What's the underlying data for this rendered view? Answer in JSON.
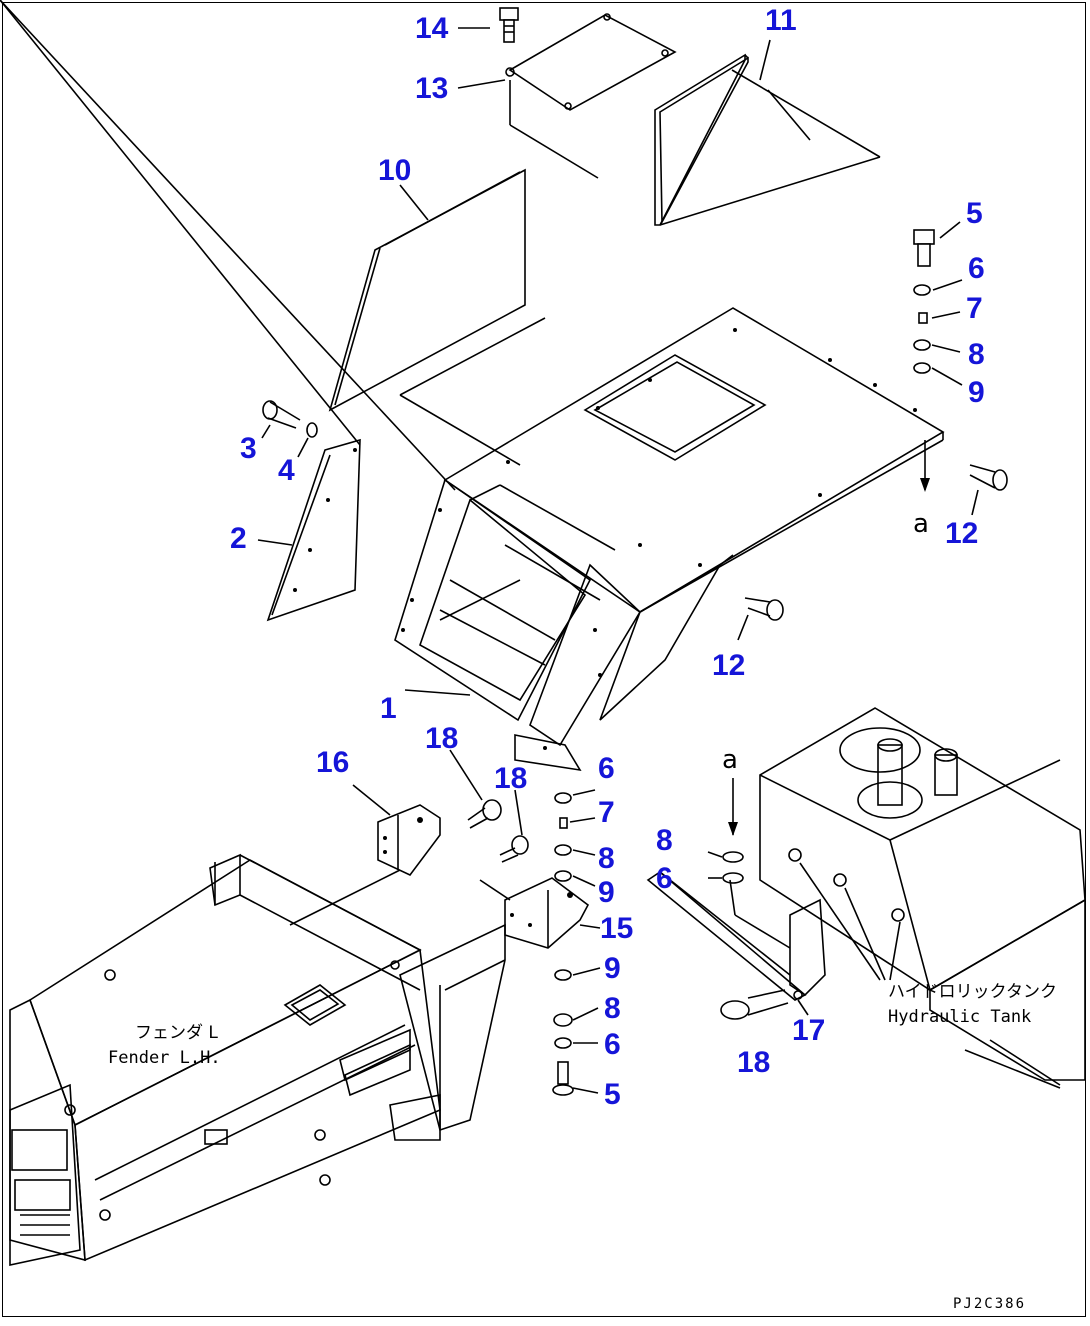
{
  "callouts": {
    "c1": "1",
    "c2": "2",
    "c3": "3",
    "c4": "4",
    "c5a": "5",
    "c5b": "5",
    "c6a": "6",
    "c6b": "6",
    "c6c": "6",
    "c6d": "6",
    "c7a": "7",
    "c7b": "7",
    "c8a": "8",
    "c8b": "8",
    "c8c": "8",
    "c8d": "8",
    "c9a": "9",
    "c9b": "9",
    "c9c": "9",
    "c10": "10",
    "c11": "11",
    "c12a": "12",
    "c12b": "12",
    "c13": "13",
    "c14": "14",
    "c15": "15",
    "c16": "16",
    "c17": "17",
    "c18a": "18",
    "c18b": "18",
    "c18c": "18"
  },
  "labels": {
    "fender_jp": "フェンダ L",
    "fender_en": "Fender L.H.",
    "tank_jp": "ハイドロリックタンク",
    "tank_en": "Hydraulic Tank",
    "arrow_a_top": "a",
    "arrow_a_bottom": "a",
    "drawing_code": "PJ2C386"
  },
  "colors": {
    "callout": "#1515d8",
    "line": "#000000",
    "background": "#ffffff"
  }
}
